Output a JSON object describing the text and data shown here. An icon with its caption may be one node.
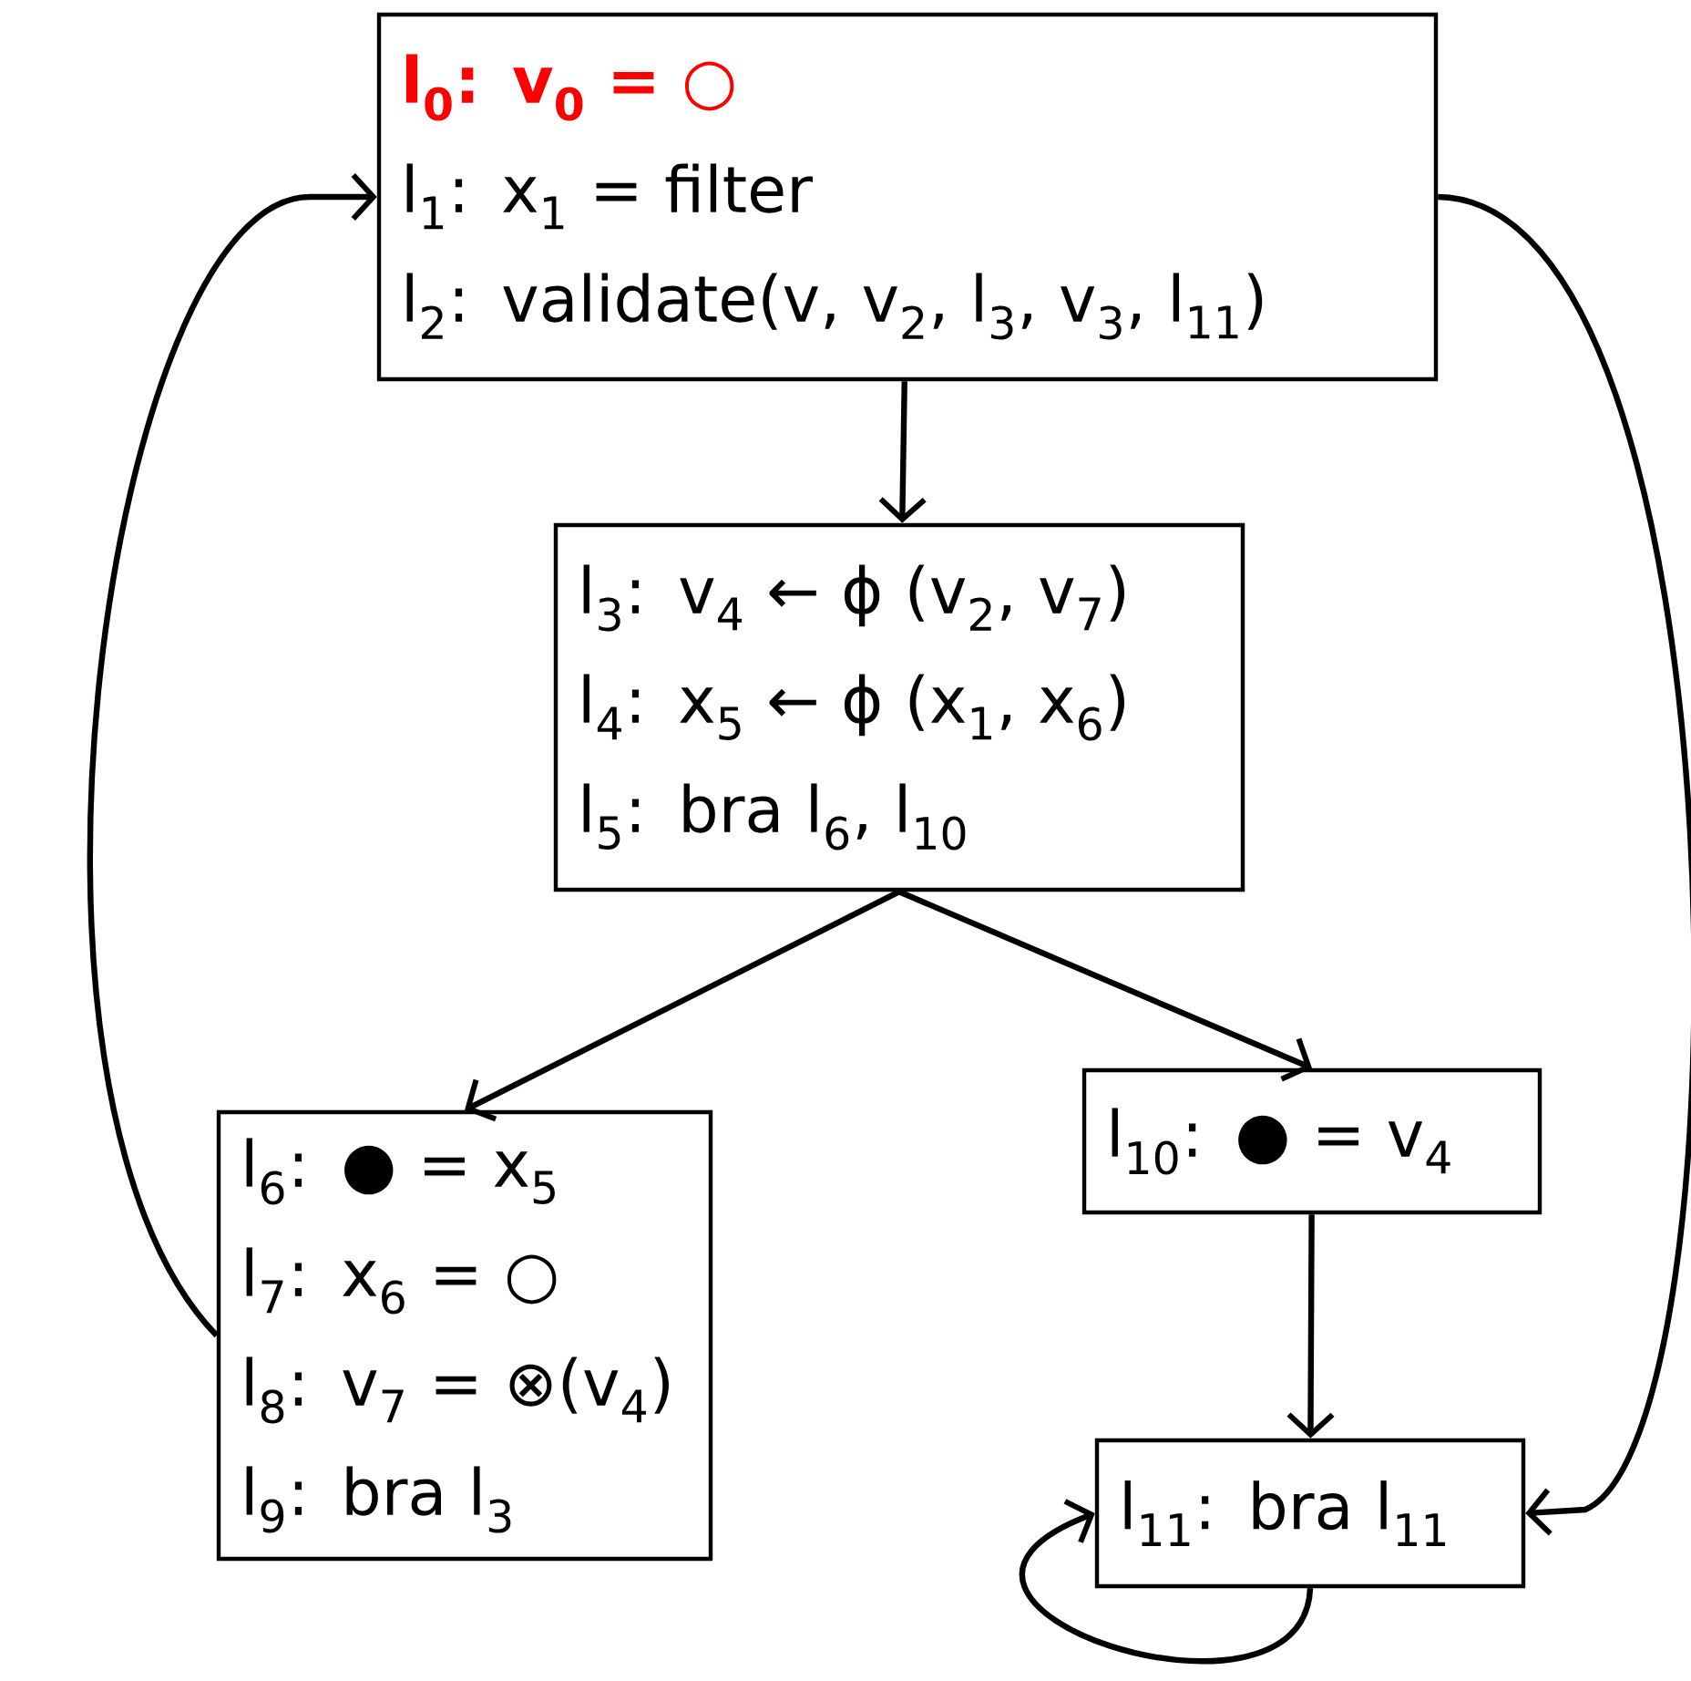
{
  "diagram": {
    "nodes": [
      {
        "text": [
          "l$_{0}$: v$_{0}$ = ○",
          "l$_{1}$: x$_{1}$ = filter",
          "l$_{2}$: validate(v, v$_{2}$, l$_{3}$, v$_{3}$, l$_{11}$)"
        ]
      },
      {
        "text": [
          "l$_{3}$: v$_{4}$ ← ϕ (v$_{2}$, v$_{7}$)",
          "l$_{4}$: x$_{5}$ ← ϕ (x$_{1}$, x$_{6}$)",
          "l$_{5}$: bra l$_{6}$, l$_{10}$"
        ]
      },
      {
        "text": [
          "l$_{6}$: ● = x$_{5}$",
          "l$_{7}$: x$_{6}$ = ○",
          "l$_{8}$: v$_{7}$ = ⊗(v$_{4}$)",
          "l$_{9}$: bra l$_{3}$"
        ]
      },
      {
        "text": [
          "l$_{10}$: ● = v$_{4}$"
        ]
      },
      {
        "text": [
          "l$_{11}$: bra l$_{11}$"
        ]
      }
    ],
    "edges": [
      {
        "from": 0,
        "to": 1,
        "arrow": "to"
      },
      {
        "from": 1,
        "to": 2,
        "arrow": "to"
      },
      {
        "from": 1,
        "to": 3,
        "arrow": "to"
      },
      {
        "from": 2,
        "to": 0,
        "arrow": "to"
      },
      {
        "from": 3,
        "to": 4,
        "arrow": "to"
      },
      {
        "from": 0,
        "to": 4,
        "arrow": "to"
      },
      {
        "from": 4,
        "to": 4,
        "arrow": "to"
      }
    ]
  }
}
